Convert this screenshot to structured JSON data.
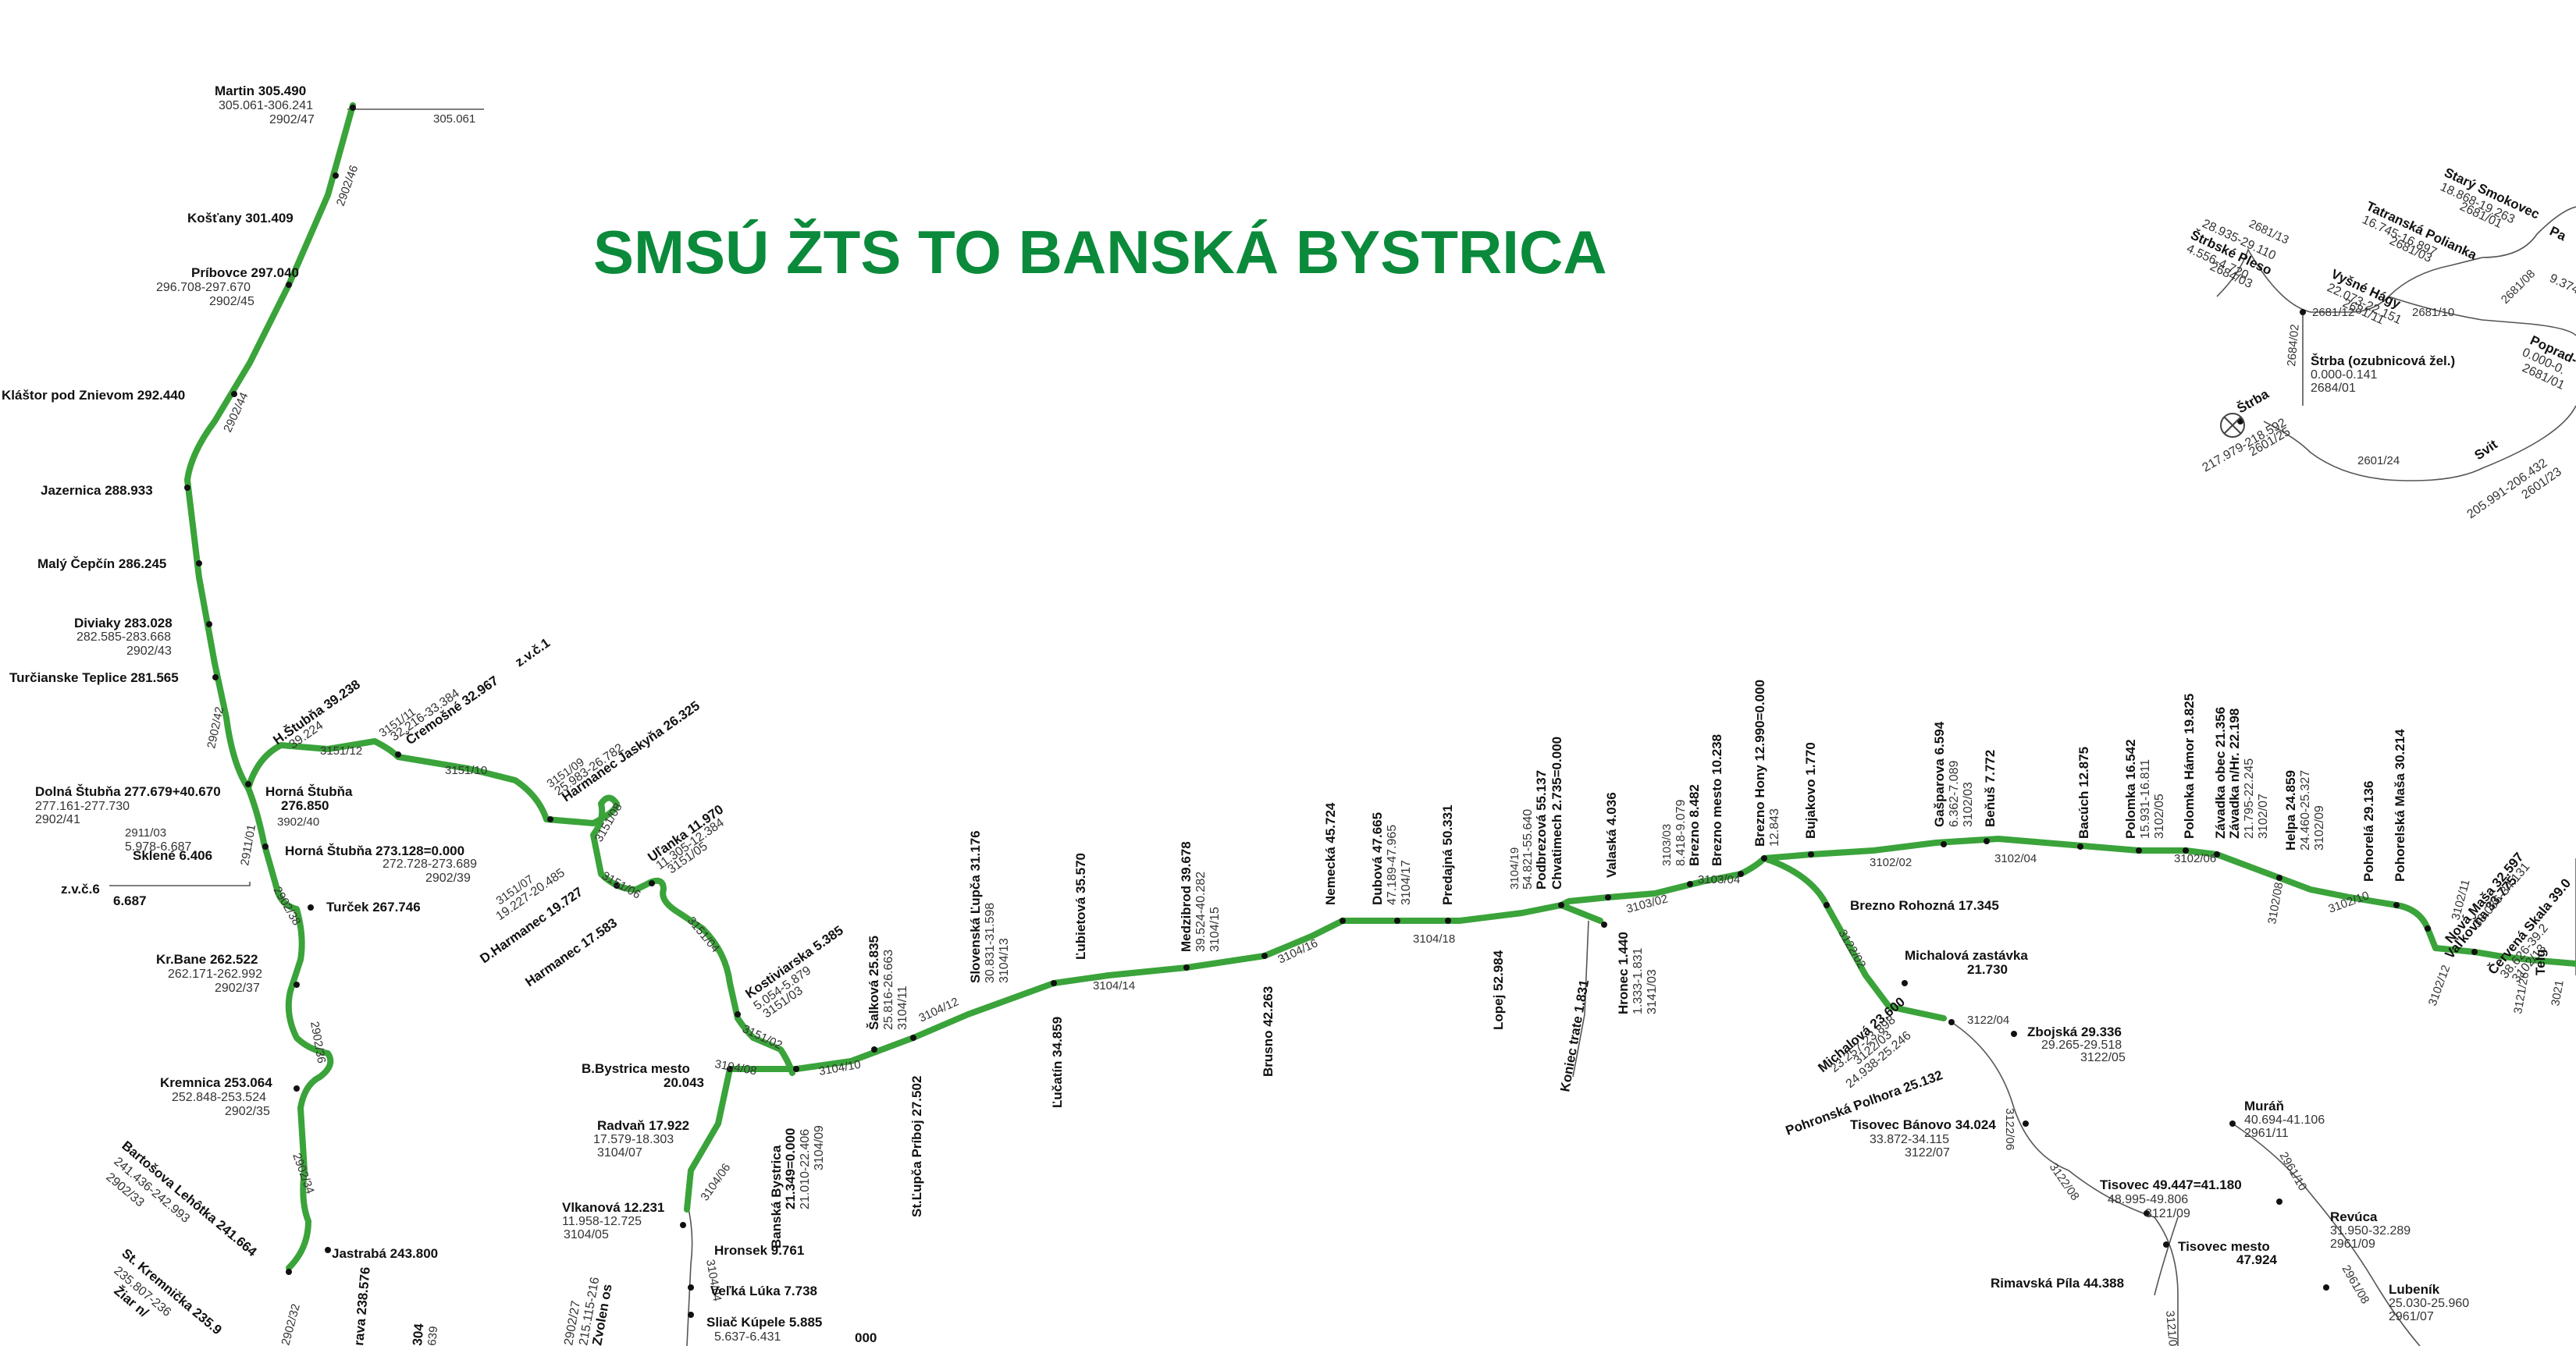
{
  "title": "SMSÚ ŽTS TO BANSKÁ BYSTRICA",
  "colors": {
    "title": "#0a8a3a",
    "route": "#3aa33a",
    "other_lines": "#555555",
    "station_dot": "#111111"
  },
  "legend_icon": "circle-cross-icon",
  "west_line": {
    "label_305061": "305.061",
    "martin": {
      "name": "Martin 305.490",
      "range": "305.061-306.241",
      "code": "2902/47"
    },
    "kostany": {
      "name": "Košťany 301.409"
    },
    "sec_2902_46": "2902/46",
    "pribovce": {
      "name": "Príbovce 297.040",
      "range": "296.708-297.670",
      "code": "2902/45"
    },
    "sec_2902_44": "2902/44",
    "klastor": {
      "name": "Kláštor pod Znievom 292.440"
    },
    "jazernica": {
      "name": "Jazernica 288.933"
    },
    "maly_cepcin": {
      "name": "Malý Čepčín 286.245"
    },
    "diviaky": {
      "name": "Diviaky 283.028",
      "range": "282.585-283.668",
      "code": "2902/43"
    },
    "turcianske": {
      "name": "Turčianske Teplice 281.565"
    },
    "sec_2902_42": "2902/42",
    "dolna_stubna": {
      "name": "Dolná Štubňa 277.679+40.670",
      "range": "277.161-277.730",
      "code": "2902/41"
    },
    "horna_stubna": {
      "name": "Horná Štubňa",
      "km": "276.850"
    },
    "sec_3902_40": "3902/40",
    "sec_2911_03": "2911/03",
    "sklene_range": "5.978-6.687",
    "sklene": {
      "name": "Sklené 6.406"
    },
    "zvc6": "z.v.č.6",
    "km_6687": "6.687",
    "sec_2911_01": "2911/01",
    "horna_stubna_2": {
      "name": "Horná Štubňa 273.128=0.000",
      "range": "272.728-273.689",
      "code": "2902/39"
    },
    "sec_2902_38": "2902/38",
    "turcek": {
      "name": "Turček 267.746"
    },
    "kr_bane": {
      "name": "Kr.Bane 262.522",
      "range": "262.171-262.992",
      "code": "2902/37"
    },
    "sec_2902_36": "2902/36",
    "kremnica": {
      "name": "Kremnica 253.064",
      "range": "252.848-253.524",
      "code": "2902/35"
    },
    "sec_2902_34": "2902/34",
    "jastraba": {
      "name": "Jastrabá 243.800"
    },
    "bartosova": {
      "name": "Bartošova Lehôtka 241.664",
      "range": "241.436-242.993",
      "code": "2902/33"
    },
    "st_kremnicka": {
      "name": "St. Kremnička 235.9",
      "range": "235.807-236"
    },
    "ziar": {
      "name": "Žiar n/"
    },
    "sec_2902_32": "2902/32",
    "trava": "rava 238.576",
    "sec_304": "304",
    "sec_639": "639",
    "zvolen": "Zvolen os",
    "zvolen_range": "215.115-216",
    "zvolen_code": "2902/27"
  },
  "north_branch": {
    "h_stubna": {
      "name": "H.Štubňa 39.238",
      "km": "39.224"
    },
    "sec_3151_12": "3151/12",
    "sec_3151_11": "3151/11",
    "cremosne_range": "32.216-33.384",
    "cremosne": {
      "name": "Čremošné 32.967"
    },
    "zvc1": "z.v.č.1",
    "sec_3151_10": "3151/10",
    "sec_3151_09": "3151/09",
    "jaskyna_range": "25.983-26.782",
    "harmanec_jaskyna": {
      "name": "Harmanec Jaskyňa 26.325"
    },
    "sec_3151_08": "3151/08",
    "d_harmanec_range": "19.227-20.485",
    "sec_3151_07": "3151/07",
    "d_harmanec": {
      "name": "D.Harmanec 19.727"
    },
    "sec_3151_06": "3151/06",
    "harmanec": {
      "name": "Harmanec 17.583"
    },
    "ulanka": {
      "name": "Uľanka 11.970",
      "range": "11.305-12.384",
      "code": "3151/05"
    },
    "sec_3151_04": "3151/04",
    "kostiviarska": {
      "name": "Kostiviarska 5.385",
      "range": "5.054-5.879",
      "code": "3151/03"
    },
    "sec_3151_02": "3151/02"
  },
  "main_east": {
    "bb_mesto": {
      "name": "B.Bystrica mesto",
      "km": "20.043"
    },
    "sec_3104_08": "3104/08",
    "radvan": {
      "name": "Radvaň 17.922",
      "range": "17.579-18.303",
      "code": "3104/07"
    },
    "sec_3104_06": "3104/06",
    "bb": {
      "name": "Banská Bystrica",
      "km": "21.349=0.000",
      "range": "21.010-22.406",
      "code": "3104/09"
    },
    "sec_3104_10": "3104/10",
    "salkova": {
      "name": "Šalková 25.835",
      "range": "25.816-26.663",
      "code": "3104/11"
    },
    "st_lupca": {
      "name": "St.Ľupča Príboj 27.502"
    },
    "sec_3104_12": "3104/12",
    "sl_lupca": {
      "name": "Slovenská Ľupča 31.176",
      "range": "30.831-31.598",
      "code": "3104/13"
    },
    "lucatin": {
      "name": "Ľučatín 34.859"
    },
    "lubietova": {
      "name": "Ľubietová 35.570"
    },
    "sec_3104_14": "3104/14",
    "medzibrod": {
      "name": "Medzibrod 39.678",
      "range": "39.524-40.282",
      "code": "3104/15"
    },
    "brusno": {
      "name": "Brusno 42.263"
    },
    "sec_3104_16": "3104/16",
    "nemecka": {
      "name": "Nemecká 45.724"
    },
    "dubova": {
      "name": "Dubová 47.665",
      "range": "47.189-47.965",
      "code": "3104/17"
    },
    "predajna": {
      "name": "Predajná 50.331"
    },
    "sec_3104_18": "3104/18",
    "lopej": {
      "name": "Lopej 52.984"
    },
    "chvatimech_range": "54.821-55.640",
    "sec_3104_19": "3104/19",
    "podbrezova": {
      "name": "Podbrezová 55.137"
    },
    "chvatimech": {
      "name": "Chvatimech 2.735=0.000"
    },
    "koniec": {
      "name": "Koniec trate 1.831"
    },
    "hronec": {
      "name": "Hronec 1.440",
      "range": "1.333-1.831",
      "code": "3141/03"
    },
    "valaska": {
      "name": "Valaská 4.036"
    },
    "sec_3103_02": "3103/02",
    "brezno_range": "8.418-9.079",
    "sec_3103_03": "3103/03",
    "brezno": {
      "name": "Brezno 8.482"
    },
    "brezno_mesto": {
      "name": "Brezno mesto 10.238"
    },
    "sec_3103_04": "3103/04",
    "brezno_hony": {
      "name": "Brezno Hony 12.990=0.000",
      "km": "12.843"
    },
    "bujakovo": {
      "name": "Bujakovo 1.770"
    },
    "sec_3102_02": "3102/02",
    "gasparova": {
      "name": "Gašparova 6.594",
      "range": "6.362-7.089",
      "code": "3102/03"
    },
    "benus": {
      "name": "Beňuš 7.772"
    },
    "sec_3102_04": "3102/04",
    "bacuch": {
      "name": "Bacúch 12.875"
    },
    "polomka": {
      "name": "Polomka 16.542",
      "range": "15.931-16.811",
      "code": "3102/05"
    },
    "polomka_hamor": {
      "name": "Polomka Hámor 19.825"
    },
    "sec_3102_06": "3102/06",
    "zavadka_obec": {
      "name": "Závadka obec 21.356"
    },
    "zavadka_nzhr": {
      "name": "Závadka n/Hr. 22.198",
      "range": "21.795-22.245",
      "code": "3102/07"
    },
    "sec_3102_08": "3102/08",
    "helpa": {
      "name": "Helpa 24.859",
      "range": "24.460-25.327",
      "code": "3102/09"
    },
    "sec_3102_10": "3102/10",
    "pohorela": {
      "name": "Pohorelá 29.136"
    },
    "pohorelska_masa": {
      "name": "Pohorelská Maša 30.214"
    },
    "sec_3102_11": "3102/11",
    "nova_masa": {
      "name": "Nová Maša 32.597"
    },
    "vallkovna": {
      "name": "Vaľkovňa 33.775",
      "range": "33.086-34.131"
    },
    "sec_3102_12": "3102/12",
    "cervena_skala": {
      "name": "Červená Skala 39.0",
      "range": "38.626-39.2",
      "code": "3102/13"
    },
    "telg": "Telg",
    "sec_3121_26": "3121/26",
    "sec_3021_01": "3021"
  },
  "south_branch": {
    "brezno_rohozna": {
      "name": "Brezno Rohozná 17.345"
    },
    "sec_3122_02": "3122/02",
    "michalova_z": {
      "name": "Michalová zastávka",
      "km": "21.730"
    },
    "michalova": {
      "name": "Michalová 23.600",
      "range": "23.257-23.898",
      "code": "3122/03"
    },
    "pohronska_range": "24.938-25.246",
    "pohronska": {
      "name": "Pohronská Polhora 25.132"
    },
    "sec_3122_04": "3122/04",
    "zbojska": {
      "name": "Zbojská 29.336",
      "range": "29.265-29.518",
      "code": "3122/05"
    },
    "sec_3122_06": "3122/06",
    "tisovec_banovo": {
      "name": "Tisovec Bánovo 34.024",
      "range": "33.872-34.115",
      "code": "3122/07"
    },
    "sec_3122_08": "3122/08",
    "tisovec": {
      "name": "Tisovec 49.447=41.180",
      "range": "48.995-49.806",
      "code": "3121/09"
    },
    "tisovec_mesto": {
      "name": "Tisovec mesto",
      "km": "47.924"
    },
    "rimavska_pila": {
      "name": "Rimavská Píla 44.388"
    },
    "sec_3121_0x": "3121/0"
  },
  "south_bb": {
    "vlkanova": {
      "name": "Vlkanová 12.231",
      "range": "11.958-12.725",
      "code": "3104/05"
    },
    "sec_3104_04": "3104/04",
    "hronsek": {
      "name": "Hronsek 9.761"
    },
    "velka_luka": {
      "name": "Veľká Lúka 7.738"
    },
    "sliac": {
      "name": "Sliač Kúpele 5.885",
      "range": "5.637-6.431"
    },
    "ooo": "000"
  },
  "far_east": {
    "muran": {
      "name": "Muráň",
      "range": "40.694-41.106",
      "code": "2961/11"
    },
    "sec_2961_10": "2961/10",
    "revuca": {
      "name": "Revúca",
      "range": "31.950-32.289",
      "code": "2961/09"
    },
    "sec_2961_08": "2961/08",
    "lubenik": {
      "name": "Lubeník",
      "range": "25.030-25.960",
      "code": "2961/07"
    }
  },
  "tatra": {
    "stary_smokovec": {
      "name": "Starý Smokovec",
      "range": "18.868-19.263",
      "code": "2681/01"
    },
    "tatranska_polianka": {
      "name": "Tatranská Polianka",
      "range": "16.745-16.897",
      "code": "2681/03"
    },
    "sec_2681_08": "2681/08",
    "poprad": {
      "name": "Poprad-",
      "range": "0.000-0.",
      "code": "2681/01"
    },
    "pa": "Pa",
    "km_9374": "9.374",
    "vysne_hagy": {
      "name": "Vyšné Hágy",
      "range": "22.073-22.151",
      "code": "2681/11"
    },
    "strbske_pleso": {
      "name": "Štrbské Pleso",
      "range": "28.935-29.110",
      "code": "2684/03"
    },
    "sec_2681_13": "2681/13",
    "strbske_range": "4.556-4.720",
    "sec_2681_12": "2681/12",
    "sec_2681_10": "2681/10",
    "sec_2684_02": "2684/02",
    "strba_ozub": {
      "name": "Štrba (ozubnicová žel.)",
      "range": "0.000-0.141",
      "code": "2684/01"
    },
    "strba": {
      "name": "Štrba",
      "range": "217.979-218.592",
      "code": "2601/25"
    },
    "sec_2601_24": "2601/24",
    "svit": {
      "name": "Svit",
      "range": "205.991-206.432",
      "code": "2601/23"
    }
  }
}
